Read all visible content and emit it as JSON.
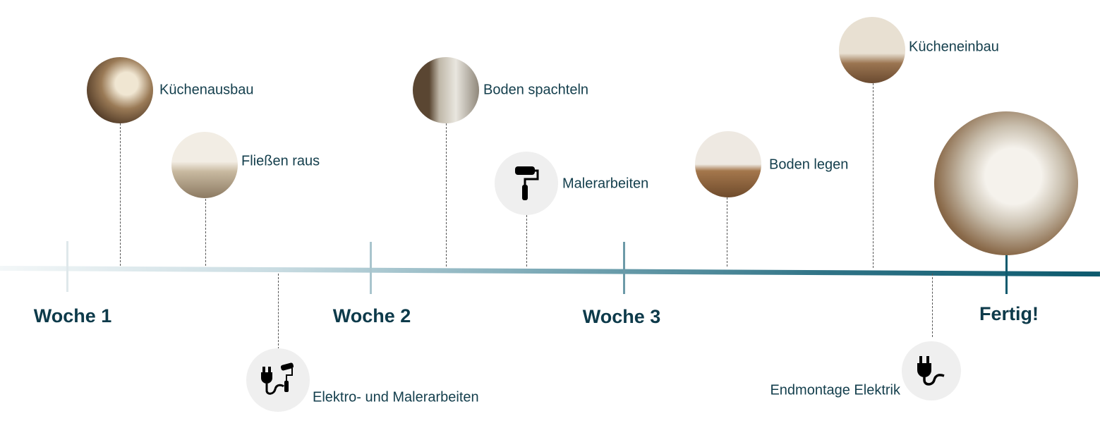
{
  "weeks": [
    "Woche 1",
    "Woche 2",
    "Woche 3"
  ],
  "finish": "Fertig!",
  "milestones": {
    "kuechenausbau": "Küchenausbau",
    "fliessen": "Fließen raus",
    "elektro_maler": "Elektro- und Malerarbeiten",
    "boden_spachteln": "Boden spachteln",
    "malerarbeiten": "Malerarbeiten",
    "boden_legen": "Boden legen",
    "kuecheneinbau": "Kücheneinbau",
    "endmontage": "Endmontage Elektrik"
  },
  "colors": {
    "accent": "#0d5a6e",
    "text": "#0d3a4a"
  }
}
